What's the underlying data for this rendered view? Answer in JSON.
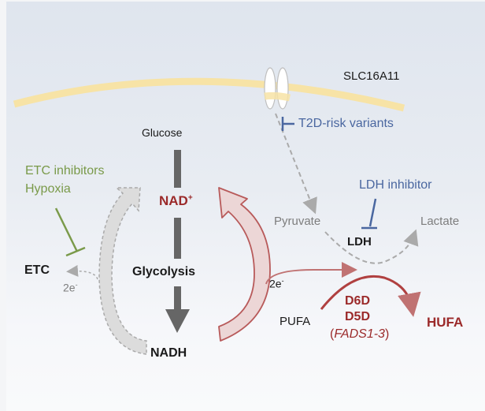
{
  "diagram": {
    "title": "SLC16A11 / NAD+ / glycolysis pathway schematic",
    "colors": {
      "membrane": "#f7e3a6",
      "nad_red": "#9b2a2a",
      "inhibitor_blue": "#4a67a0",
      "etc_green": "#7a9a4a",
      "glycolysis_grey": "#666666",
      "dashed_grey": "#aaaaaa"
    },
    "labels": {
      "transporter": "SLC16A11",
      "t2d_variants": "T2D-risk variants",
      "glucose": "Glucose",
      "nad_plus": "NAD",
      "nad_plus_sup": "+",
      "glycolysis": "Glycolysis",
      "nadh": "NADH",
      "etc_inhibitors": "ETC inhibitors",
      "hypoxia": "Hypoxia",
      "etc": "ETC",
      "two_e_left": "2e",
      "two_e_right": "2e",
      "electron_sup": "-",
      "ldh_inhibitor": "LDH inhibitor",
      "pyruvate": "Pyruvate",
      "ldh": "LDH",
      "lactate": "Lactate",
      "pufa": "PUFA",
      "d6d": "D6D",
      "d5d": "D5D",
      "fads": "FADS1-3",
      "hufa": "HUFA"
    }
  }
}
